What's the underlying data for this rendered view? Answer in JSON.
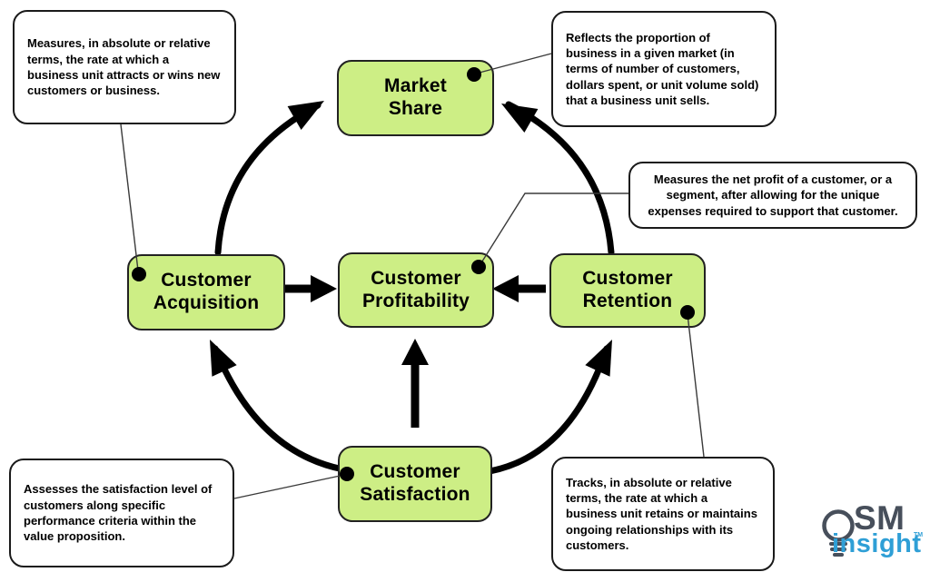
{
  "diagram": {
    "nodes": [
      {
        "id": "market-share",
        "label": "Market\nShare"
      },
      {
        "id": "customer-acquisition",
        "label": "Customer\nAcquisition"
      },
      {
        "id": "customer-profitability",
        "label": "Customer\nProfitability"
      },
      {
        "id": "customer-retention",
        "label": "Customer\nRetention"
      },
      {
        "id": "customer-satisfaction",
        "label": "Customer\nSatisfaction"
      }
    ],
    "callouts": [
      {
        "id": "acquisition-note",
        "text": "Measures, in absolute or relative terms, the rate at which a business unit attracts or wins new customers or business."
      },
      {
        "id": "market-share-note",
        "text": "Reflects the proportion of business in a given market (in terms of number of customers, dollars spent, or unit volume sold) that a business unit sells."
      },
      {
        "id": "profitability-note",
        "text": "Measures the net profit of a customer, or a segment, after allowing for the unique expenses required to support that customer."
      },
      {
        "id": "satisfaction-note",
        "text": "Assesses the satisfaction level of customers along specific performance criteria within the value proposition."
      },
      {
        "id": "retention-note",
        "text": "Tracks, in absolute or relative terms, the rate at which a business unit retains or maintains ongoing relationships with its customers."
      }
    ],
    "colors": {
      "node_fill": "#cdee85",
      "node_border": "#222222",
      "callout_fill": "#ffffff",
      "arrow": "#000000",
      "logo_dark": "#474f5b",
      "logo_blue": "#2f9fd6"
    }
  },
  "logo": {
    "sm": "SM",
    "insight": "insight",
    "tm": "TM"
  }
}
